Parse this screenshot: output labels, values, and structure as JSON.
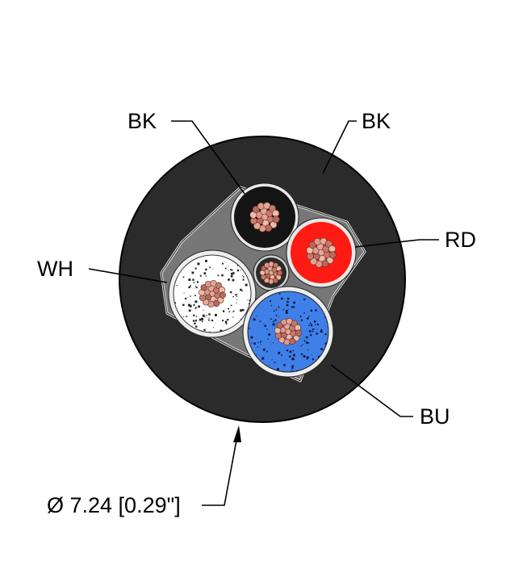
{
  "labels": {
    "jacket": "BK",
    "black_conductor": "BK",
    "red_conductor": "RD",
    "white_conductor": "WH",
    "blue_conductor": "BU",
    "diameter": "Ø 7.24 [0.29\"]"
  },
  "colors": {
    "jacket": "#2b2b2b",
    "filler": "#777777",
    "black": "#141414",
    "red": "#ff1a14",
    "white": "#ffffff",
    "blue": "#3f7fe8",
    "copper": "#dd9a8a"
  }
}
